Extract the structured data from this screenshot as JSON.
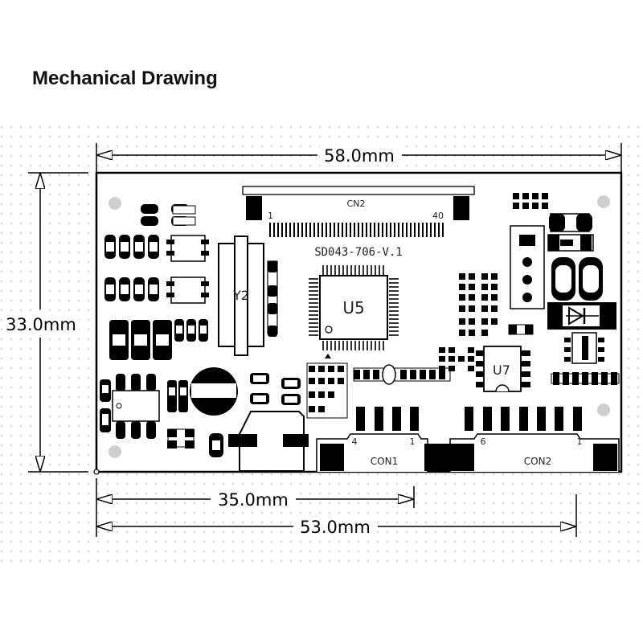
{
  "title": "Mechanical Drawing",
  "dimensions": {
    "width_top": "58.0mm",
    "height_left": "33.0mm",
    "offset_35": "35.0mm",
    "offset_53": "53.0mm"
  },
  "board": {
    "cn2_label": "CN2",
    "cn2_pin_first": "1",
    "cn2_pin_last": "40",
    "board_name": "SD043-706-V.1",
    "u5_label": "U5",
    "y2_label": "Y2",
    "u7_label": "U7",
    "con1_label": "CON1",
    "con1_pin_left": "4",
    "con1_pin_right": "1",
    "con2_label": "CON2",
    "con2_pin_left": "6",
    "con2_pin_right": "1"
  },
  "colors": {
    "ink": "#000000",
    "grid_dot": "#bdbdbd",
    "mount_hole": "#cfcfcf"
  }
}
